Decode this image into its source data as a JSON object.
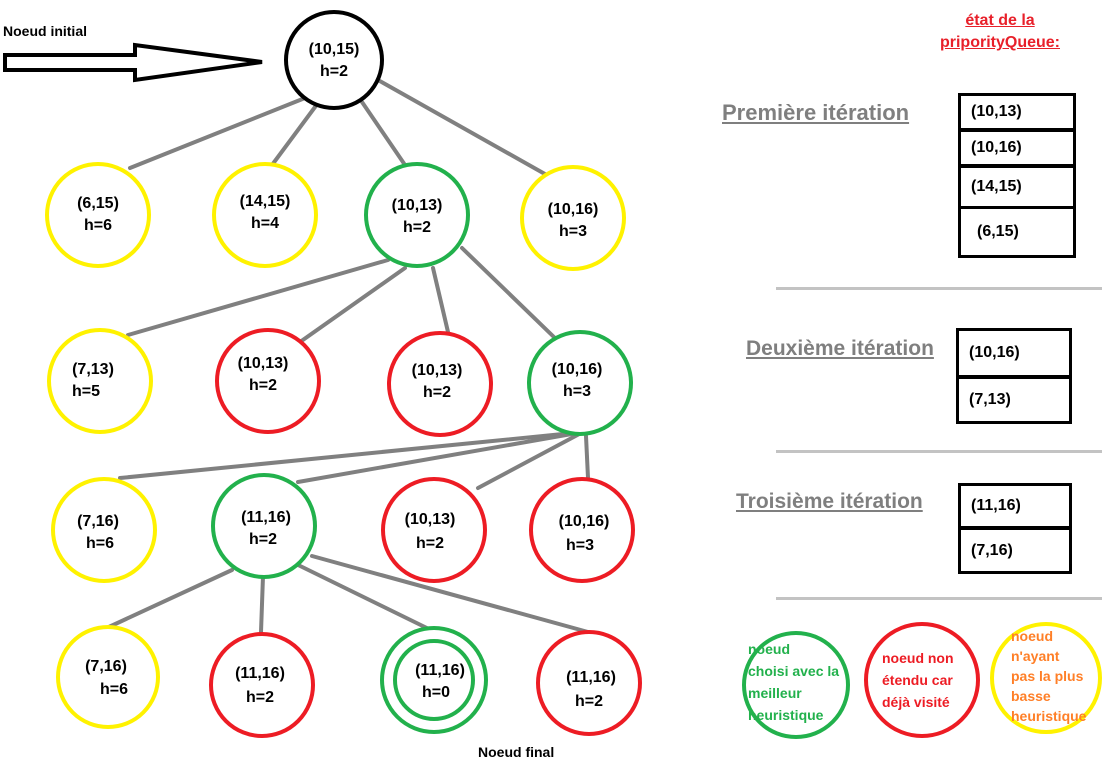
{
  "colors": {
    "chosen": "#22b14c",
    "visited": "#ed1c24",
    "not_lowest": "#fff200",
    "edge": "#808080",
    "queue_title": "#e8202a",
    "legend_yellow_text": "#ff7f27"
  },
  "labels": {
    "initial_node": "Noeud initial",
    "final_node": "Noeud final"
  },
  "nodes": [
    {
      "id": "root",
      "coord": "(10,15)",
      "h": "h=2",
      "color": "black"
    },
    {
      "id": "l1a",
      "coord": "(6,15)",
      "h": "h=6",
      "color": "yellow"
    },
    {
      "id": "l1b",
      "coord": "(14,15)",
      "h": "h=4",
      "color": "yellow"
    },
    {
      "id": "l1c",
      "coord": "(10,13)",
      "h": "h=2",
      "color": "green"
    },
    {
      "id": "l1d",
      "coord": "(10,16)",
      "h": "h=3",
      "color": "yellow"
    },
    {
      "id": "l2a",
      "coord": "(7,13)",
      "h": "h=5",
      "color": "yellow"
    },
    {
      "id": "l2b",
      "coord": "(10,13)",
      "h": "h=2",
      "color": "red"
    },
    {
      "id": "l2c",
      "coord": "(10,13)",
      "h": "h=2",
      "color": "red"
    },
    {
      "id": "l2d",
      "coord": "(10,16)",
      "h": "h=3",
      "color": "green"
    },
    {
      "id": "l3a",
      "coord": "(7,16)",
      "h": "h=6",
      "color": "yellow"
    },
    {
      "id": "l3b",
      "coord": "(11,16)",
      "h": "h=2",
      "color": "green"
    },
    {
      "id": "l3c",
      "coord": "(10,13)",
      "h": "h=2",
      "color": "red"
    },
    {
      "id": "l3d",
      "coord": "(10,16)",
      "h": "h=3",
      "color": "red"
    },
    {
      "id": "l4a",
      "coord": "(7,16)",
      "h": "h=6",
      "color": "yellow"
    },
    {
      "id": "l4b",
      "coord": "(11,16)",
      "h": "h=2",
      "color": "red"
    },
    {
      "id": "l4c",
      "coord": "(11,16)",
      "h": "h=0",
      "color": "green-double"
    },
    {
      "id": "l4d",
      "coord": "(11,16)",
      "h": "h=2",
      "color": "red"
    }
  ],
  "queue": {
    "title_line1": "état de la",
    "title_line2": "priporityQueue:",
    "iterations": [
      {
        "title": "Première itération",
        "items": [
          "(10,13)",
          "(10,16)",
          "(14,15)",
          "(6,15)"
        ]
      },
      {
        "title": "Deuxième itération",
        "items": [
          "(10,16)",
          "(7,13)"
        ]
      },
      {
        "title": "Troisième itération",
        "items": [
          "(11,16)",
          "(7,16)"
        ]
      }
    ]
  },
  "legend": [
    {
      "color": "green",
      "lines": [
        "noeud",
        "choisi avec la",
        "meilleur",
        "heuristique"
      ]
    },
    {
      "color": "red",
      "lines": [
        "noeud non",
        "étendu car",
        "déjà visité"
      ]
    },
    {
      "color": "yellow",
      "lines": [
        "noeud",
        "n'ayant",
        "pas la plus",
        "basse",
        "heuristique"
      ]
    }
  ]
}
